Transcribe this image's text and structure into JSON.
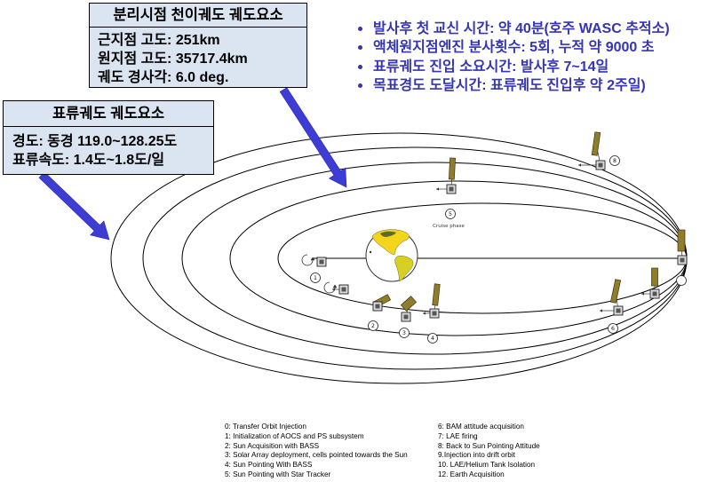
{
  "colors": {
    "box_fill": "#dbe5f1",
    "box_border": "#000000",
    "bullet_text": "#3434b4",
    "arrow": "#3d3dd6",
    "orbit_line": "#000000",
    "solar_panel": "#8f7d2c",
    "earth_land": "#f3d51d",
    "earth_land_south": "#d6cf24",
    "earth_land_dark": "#5f6b22"
  },
  "transfer_orbit_box": {
    "title": "분리시점 천이궤도 궤도요소",
    "lines": [
      "근지점 고도: 251km",
      "원지점 고도: 35717.4km",
      "궤도 경사각: 6.0 deg."
    ]
  },
  "drift_orbit_box": {
    "title": "표류궤도 궤도요소",
    "lines": [
      "경도: 동경 119.0~128.25도",
      "표류속도: 1.4도~1.8도/일"
    ]
  },
  "bullets": [
    "발사후 첫 교신 시간: 약 40분(호주 WASC 추적소)",
    "액체원지점엔진 분사횟수: 5회, 누적 약 9000 초",
    "표류궤도 진입 소요시간: 발사후 7~14일",
    "목표경도 도달시간: 표류궤도 진입후 약 2주일)"
  ],
  "diagram": {
    "phase_label": "Cruise phase",
    "step_markers": [
      "1",
      "2",
      "3",
      "4",
      "5",
      "6",
      "8"
    ]
  },
  "legend": {
    "left": [
      "0: Transfer Orbit Injection",
      "1: Initialization of AOCS and PS subsystem",
      "2: Sun Acquisition with BASS",
      "3: Solar Array deployment, cells pointed towards the Sun",
      "4: Sun Pointing With BASS",
      "5: Sun Pointing with Star Tracker"
    ],
    "right": [
      "6: BAM attitude acquisition",
      "7: LAE firing",
      "8: Back to Sun Pointing Attitude",
      "9.Injection into drift orbit",
      "10. LAE/Helium Tank Isolation",
      "12. Earth Acquisition"
    ]
  }
}
